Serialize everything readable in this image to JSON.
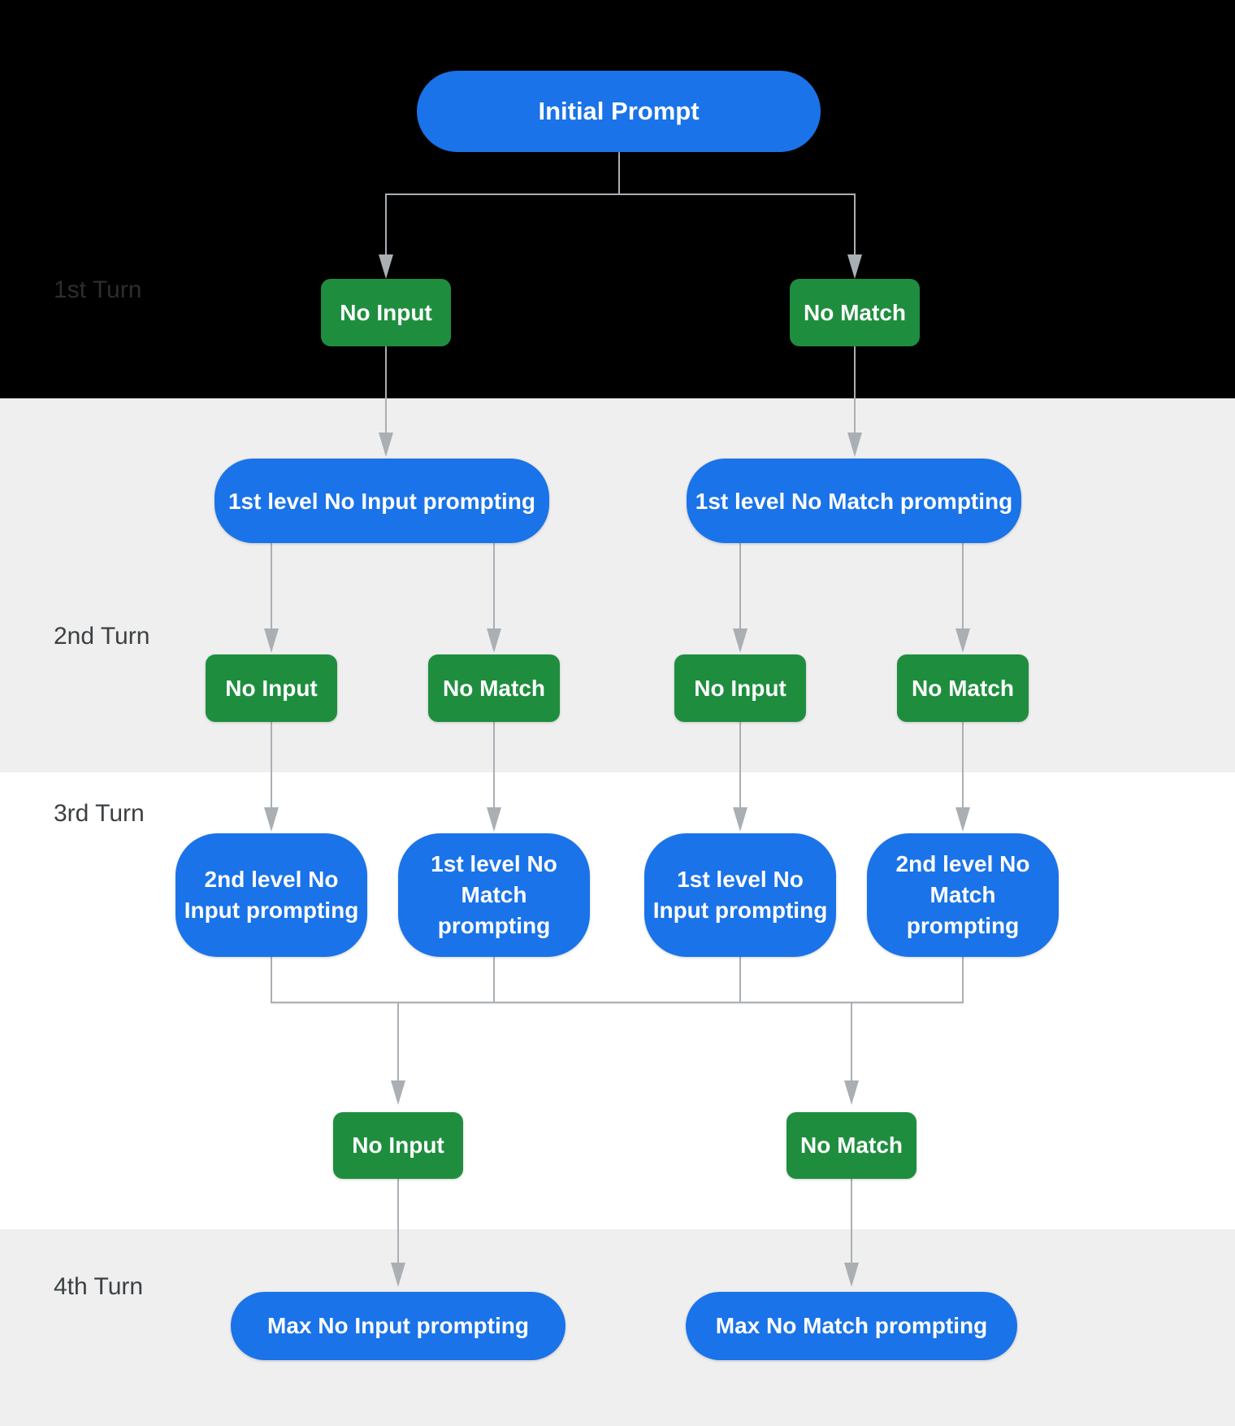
{
  "diagram_title": "",
  "turns": [
    {
      "label": "1st Turn"
    },
    {
      "label": "2nd Turn"
    },
    {
      "label": "3rd Turn"
    },
    {
      "label": "4th Turn"
    }
  ],
  "nodes": {
    "initial_prompt": {
      "label": "Initial Prompt",
      "type": "prompt"
    },
    "t1_no_input": {
      "label": "No Input",
      "type": "event"
    },
    "t1_no_match": {
      "label": "No Match",
      "type": "event"
    },
    "l1_no_input": {
      "label": "1st level No Input prompting",
      "type": "prompt"
    },
    "l1_no_match": {
      "label": "1st level No Match prompting",
      "type": "prompt"
    },
    "t2_no_input_a": {
      "label": "No Input",
      "type": "event"
    },
    "t2_no_match_a": {
      "label": "No Match",
      "type": "event"
    },
    "t2_no_input_b": {
      "label": "No Input",
      "type": "event"
    },
    "t2_no_match_b": {
      "label": "No Match",
      "type": "event"
    },
    "l2_no_input_2nd": {
      "label": "2nd level No Input prompting",
      "type": "prompt"
    },
    "l2_no_match_1st": {
      "label": "1st level No Match prompting",
      "type": "prompt"
    },
    "l2_no_input_1st": {
      "label": "1st level No Input prompting",
      "type": "prompt"
    },
    "l2_no_match_2nd": {
      "label": "2nd level No Match prompting",
      "type": "prompt"
    },
    "t3_no_input": {
      "label": "No Input",
      "type": "event"
    },
    "t3_no_match": {
      "label": "No Match",
      "type": "event"
    },
    "max_no_input": {
      "label": "Max No Input prompting",
      "type": "prompt"
    },
    "max_no_match": {
      "label": "Max No Match prompting",
      "type": "prompt"
    }
  },
  "edges": [
    {
      "from": "initial_prompt",
      "to": "t1_no_input"
    },
    {
      "from": "initial_prompt",
      "to": "t1_no_match"
    },
    {
      "from": "t1_no_input",
      "to": "l1_no_input"
    },
    {
      "from": "t1_no_match",
      "to": "l1_no_match"
    },
    {
      "from": "l1_no_input",
      "to": "t2_no_input_a"
    },
    {
      "from": "l1_no_input",
      "to": "t2_no_match_a"
    },
    {
      "from": "l1_no_match",
      "to": "t2_no_input_b"
    },
    {
      "from": "l1_no_match",
      "to": "t2_no_match_b"
    },
    {
      "from": "t2_no_input_a",
      "to": "l2_no_input_2nd"
    },
    {
      "from": "t2_no_match_a",
      "to": "l2_no_match_1st"
    },
    {
      "from": "t2_no_input_b",
      "to": "l2_no_input_1st"
    },
    {
      "from": "t2_no_match_b",
      "to": "l2_no_match_2nd"
    },
    {
      "from": "l2_no_input_2nd",
      "to": "t3_no_input"
    },
    {
      "from": "l2_no_match_1st",
      "to": "t3_no_input"
    },
    {
      "from": "l2_no_input_1st",
      "to": "t3_no_match"
    },
    {
      "from": "l2_no_match_2nd",
      "to": "t3_no_match"
    },
    {
      "from": "t3_no_input",
      "to": "max_no_input"
    },
    {
      "from": "t3_no_match",
      "to": "max_no_match"
    }
  ],
  "colors": {
    "background_black": "#000000",
    "band_gray": "#efefef",
    "band_white": "#ffffff",
    "prompt_blue": "#1a73e8",
    "event_green": "#1e8e3e",
    "connector_gray": "#aaafb4",
    "turn_label": "#3c4043",
    "turn_label_on_black": "#2b2d31",
    "node_text": "#ffffff"
  }
}
